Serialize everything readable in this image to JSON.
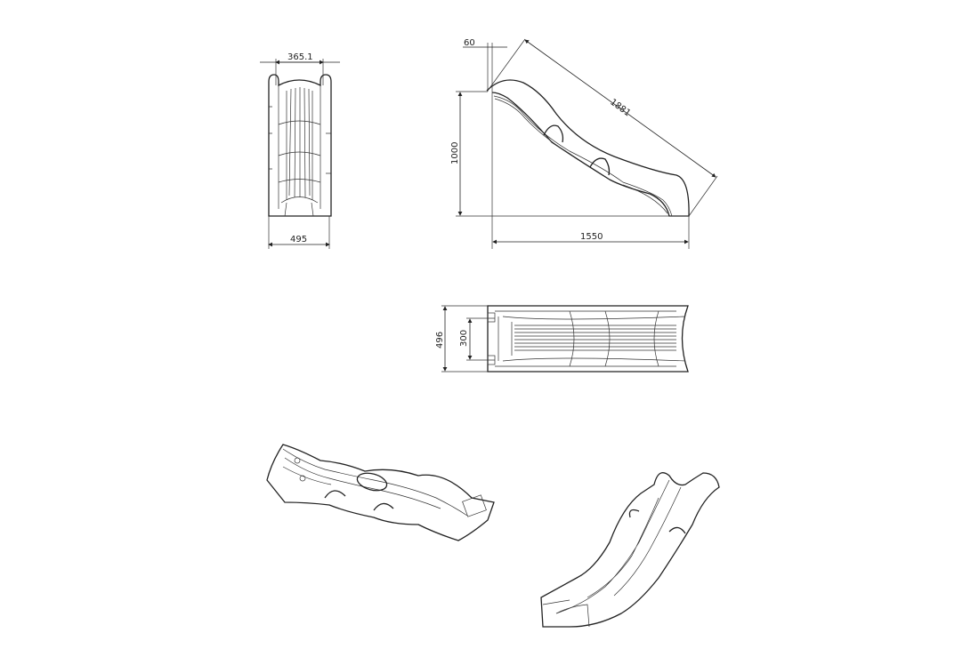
{
  "drawing": {
    "front_view": {
      "top_width": "365.1",
      "bottom_width": "495"
    },
    "side_view": {
      "lip": "60",
      "length": "1881",
      "height": "1000",
      "base": "1550"
    },
    "top_view": {
      "width": "496",
      "inner_width": "300"
    },
    "colors": {
      "line": "#222222",
      "background": "#ffffff"
    }
  }
}
